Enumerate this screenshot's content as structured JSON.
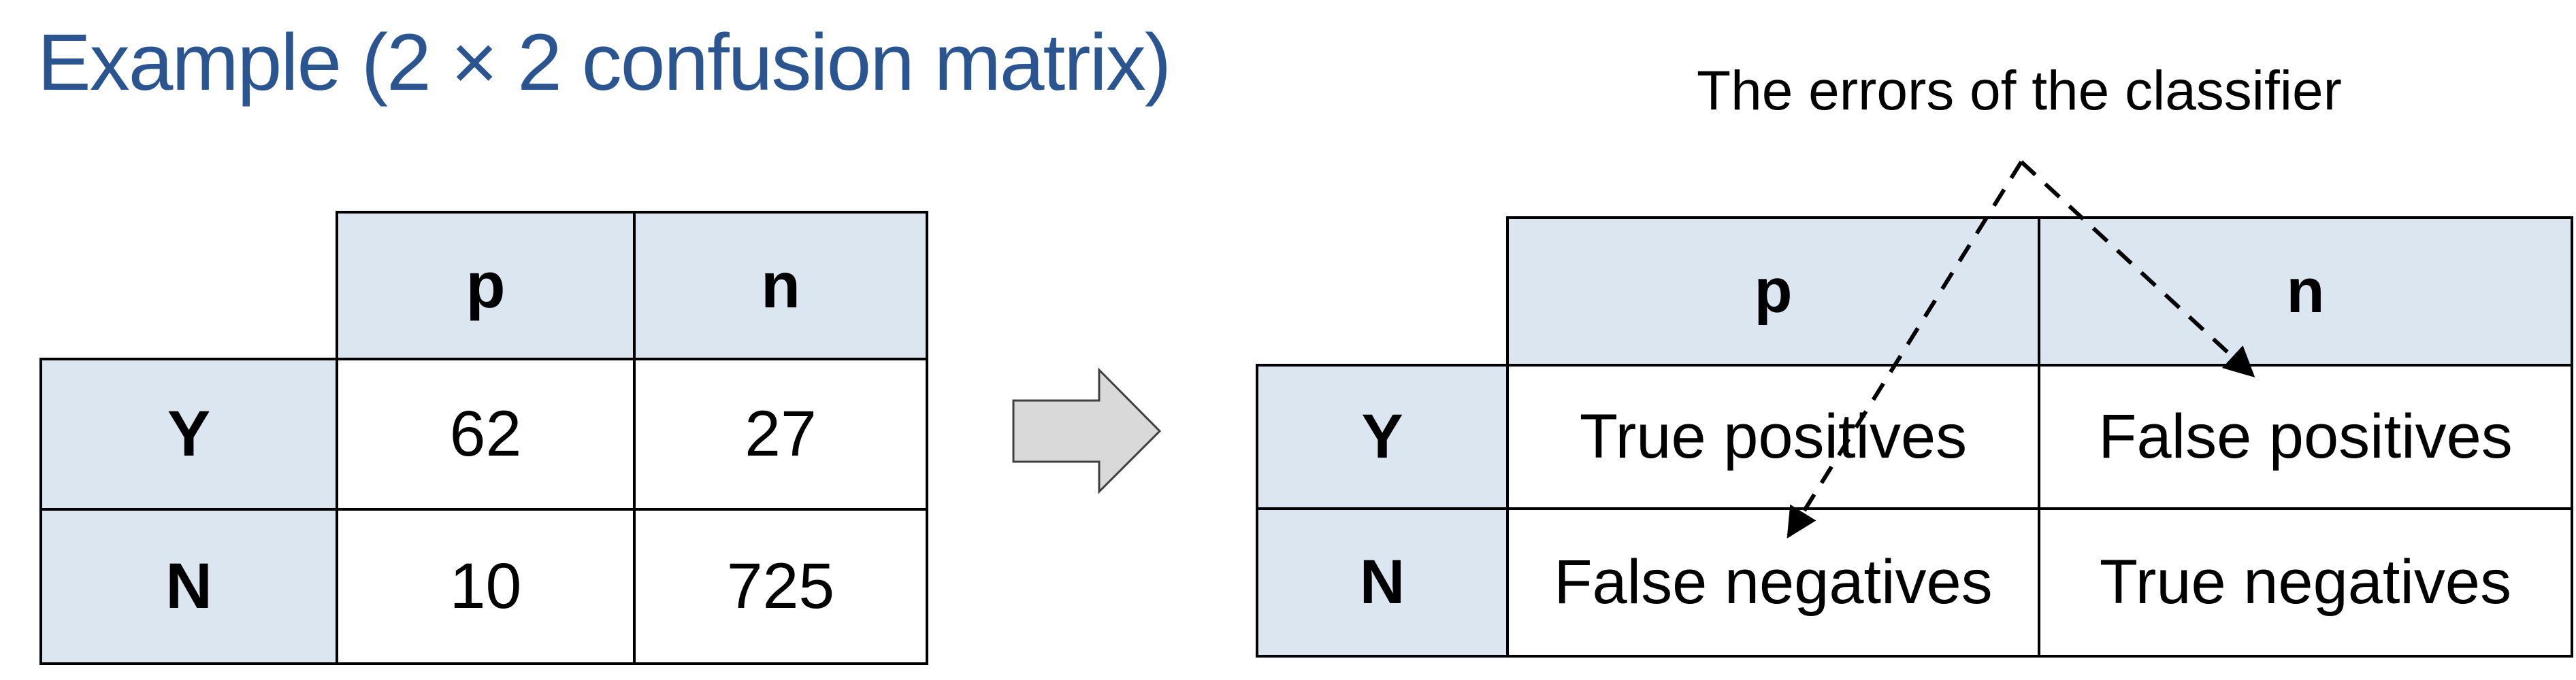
{
  "title": "Example (2 × 2 confusion matrix)",
  "annotation": {
    "label": "The errors of the classifier"
  },
  "left_table": {
    "col_headers": [
      "p",
      "n"
    ],
    "row_headers": [
      "Y",
      "N"
    ],
    "cells": [
      [
        "62",
        "27"
      ],
      [
        "10",
        "725"
      ]
    ]
  },
  "right_table": {
    "col_headers": [
      "p",
      "n"
    ],
    "row_headers": [
      "Y",
      "N"
    ],
    "cells": [
      [
        "True positives",
        "False positives"
      ],
      [
        "False negatives",
        "True negatives"
      ]
    ]
  },
  "icons": {
    "transform_arrow": "right-block-arrow",
    "error_pointer_arrows": "dashed-arrow-with-solid-head"
  },
  "colors": {
    "title_blue": "#2b5591",
    "header_cell_fill": "#dce6f1",
    "error_red_bright": "#ff0000",
    "error_red_dark": "#c00000",
    "arrow_fill": "#d9d9d9",
    "arrow_border": "#404040",
    "table_border": "#000000",
    "text_black": "#000000"
  }
}
